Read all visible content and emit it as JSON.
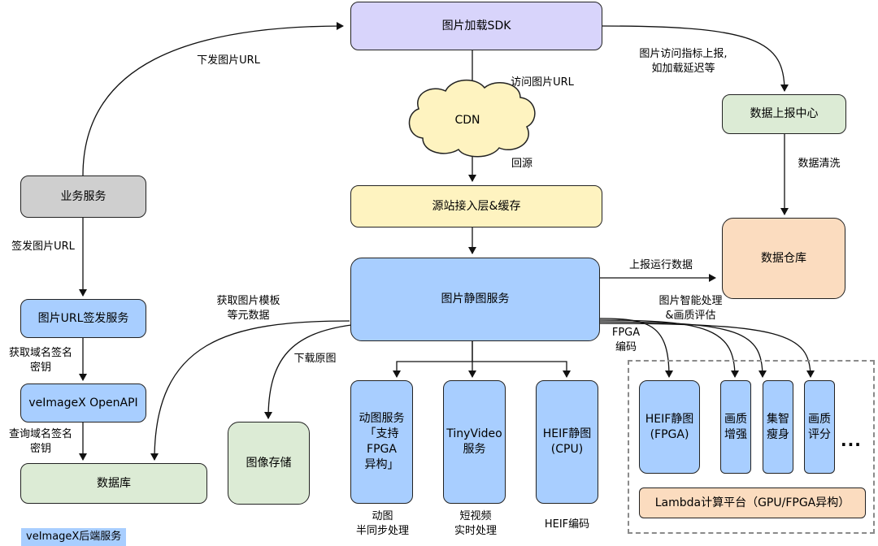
{
  "nodes": {
    "sdk": "图片加载SDK",
    "cdn": "CDN",
    "origin": "源站接入层&缓存",
    "static_service": "图片静图服务",
    "business": "业务服务",
    "url_sign": "图片URL签发服务",
    "openapi": "veImageX OpenAPI",
    "database": "数据库",
    "report_center": "数据上报中心",
    "warehouse": "数据仓库",
    "image_storage": "图像存储",
    "anim_service": "动图服务\n「支持\nFPGA\n异构」",
    "tinyvideo": "TinyVideo\n服务",
    "heif_cpu": "HEIF静图\n(CPU)",
    "heif_fpga": "HEIF静图\n(FPGA)",
    "enhance": "画质\n增强",
    "slim": "集智\n瘦身",
    "score": "画质\n评分",
    "lambda": "Lambda计算平台（GPU/FPGA异构）"
  },
  "labels": {
    "issue_url": "下发图片URL",
    "visit_url": "访问图片URL",
    "back_source": "回源",
    "report_metrics": "图片访问指标上报,\n如加载延迟等",
    "data_clean": "数据清洗",
    "sign_url": "签发图片URL",
    "get_domain_key": "获取域名签名\n密钥",
    "query_domain_key": "查询域名签名\n密钥",
    "report_run": "上报运行数据",
    "get_template": "获取图片模板\n等元数据",
    "download_origin": "下载原图",
    "smart_process": "图片智能处理\n&画质评估",
    "fpga_encode": "FPGA\n编码",
    "anim_sync": "动图\n半同步处理",
    "short_video": "短视频\n实时处理",
    "heif_encode": "HEIF编码"
  },
  "more": "...",
  "legend": "veImageX后端服务"
}
